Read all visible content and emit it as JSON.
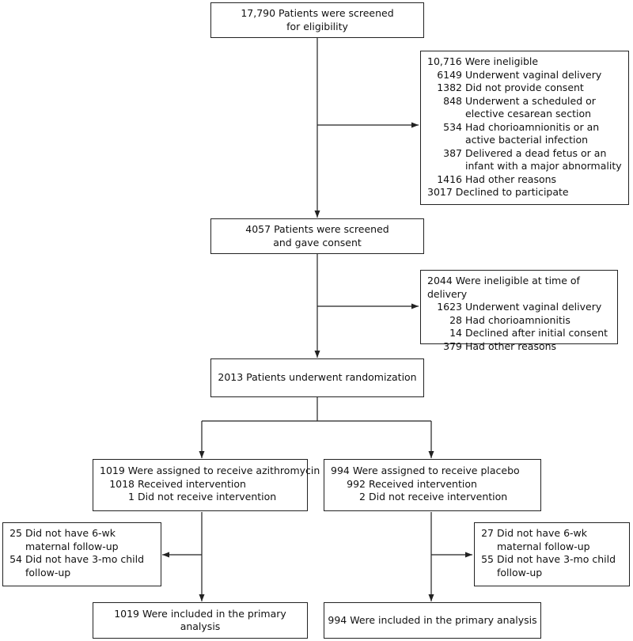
{
  "screening": {
    "line1": "17,790 Patients were screened",
    "line2": "for eligibility"
  },
  "ineligible_1": {
    "header": "10,716 Were ineligible",
    "items": [
      {
        "n": "6149",
        "text": "Underwent vaginal delivery"
      },
      {
        "n": "1382",
        "text": "Did not provide consent"
      },
      {
        "n": "848",
        "text": "Underwent a scheduled or elective cesarean section"
      },
      {
        "n": "534",
        "text": "Had chorioamnionitis or an active bacterial infection"
      },
      {
        "n": "387",
        "text": "Delivered a dead fetus or an infant with a major abnormality"
      },
      {
        "n": "1416",
        "text": "Had other reasons"
      }
    ],
    "footer": "3017 Declined to participate"
  },
  "consent": {
    "line1": "4057 Patients were screened",
    "line2": "and gave consent"
  },
  "ineligible_2": {
    "header": "2044 Were ineligible at time of delivery",
    "items": [
      {
        "n": "1623",
        "text": "Underwent vaginal delivery"
      },
      {
        "n": "28",
        "text": "Had chorioamnionitis"
      },
      {
        "n": "14",
        "text": "Declined after initial consent"
      },
      {
        "n": "379",
        "text": "Had other reasons"
      }
    ]
  },
  "randomization": {
    "label": "2013 Patients underwent randomization"
  },
  "azithro": {
    "header": "1019 Were assigned to receive azithromycin",
    "items": [
      {
        "n": "1018",
        "text": "Received intervention"
      },
      {
        "n": "1",
        "text": "Did not receive intervention"
      }
    ]
  },
  "placebo": {
    "header": "994 Were assigned to receive placebo",
    "items": [
      {
        "n": "992",
        "text": "Received intervention"
      },
      {
        "n": "2",
        "text": "Did not receive intervention"
      }
    ]
  },
  "azithro_followup": {
    "items": [
      {
        "n": "25",
        "text": "Did not have 6-wk maternal follow-up"
      },
      {
        "n": "54",
        "text": "Did not have 3-mo child follow-up"
      }
    ]
  },
  "placebo_followup": {
    "items": [
      {
        "n": "27",
        "text": "Did not have 6-wk maternal follow-up"
      },
      {
        "n": "55",
        "text": "Did not have 3-mo child follow-up"
      }
    ]
  },
  "azithro_analysis": {
    "label": "1019 Were included in the primary analysis"
  },
  "placebo_analysis": {
    "label": "994 Were included in the primary analysis"
  }
}
